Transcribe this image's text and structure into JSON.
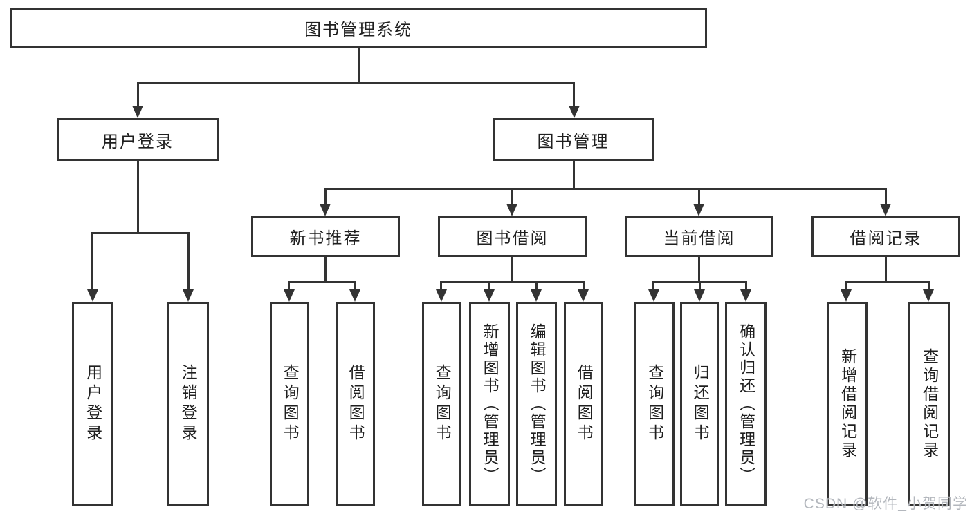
{
  "diagram": {
    "type": "tree",
    "root": {
      "label": "图书管理系统"
    },
    "level2": [
      {
        "label": "用户登录"
      },
      {
        "label": "图书管理"
      }
    ],
    "level3": [
      {
        "label": "新书推荐",
        "parent": "图书管理"
      },
      {
        "label": "图书借阅",
        "parent": "图书管理"
      },
      {
        "label": "当前借阅",
        "parent": "图书管理"
      },
      {
        "label": "借阅记录",
        "parent": "图书管理"
      }
    ],
    "leaves": [
      {
        "label": "用户登录",
        "parent": "用户登录"
      },
      {
        "label": "注销登录",
        "parent": "用户登录"
      },
      {
        "label": "查询图书",
        "parent": "新书推荐"
      },
      {
        "label": "借阅图书",
        "parent": "新书推荐"
      },
      {
        "label": "查询图书",
        "parent": "图书借阅"
      },
      {
        "label": "新增图书（管理员）",
        "parent": "图书借阅"
      },
      {
        "label": "编辑图书（管理员）",
        "parent": "图书借阅"
      },
      {
        "label": "借阅图书",
        "parent": "图书借阅"
      },
      {
        "label": "查询图书",
        "parent": "当前借阅"
      },
      {
        "label": "归还图书",
        "parent": "当前借阅"
      },
      {
        "label": "确认归还（管理员）",
        "parent": "当前借阅"
      },
      {
        "label": "新增借阅记录",
        "parent": "借阅记录"
      },
      {
        "label": "查询借阅记录",
        "parent": "借阅记录"
      }
    ]
  },
  "watermark": {
    "text": "CSDN @软件_小贺同学"
  },
  "colors": {
    "line": "#333333",
    "text": "#1f1f1f",
    "background": "#ffffff",
    "box_fill": "#ffffff",
    "watermark": "#b3b7bd"
  }
}
